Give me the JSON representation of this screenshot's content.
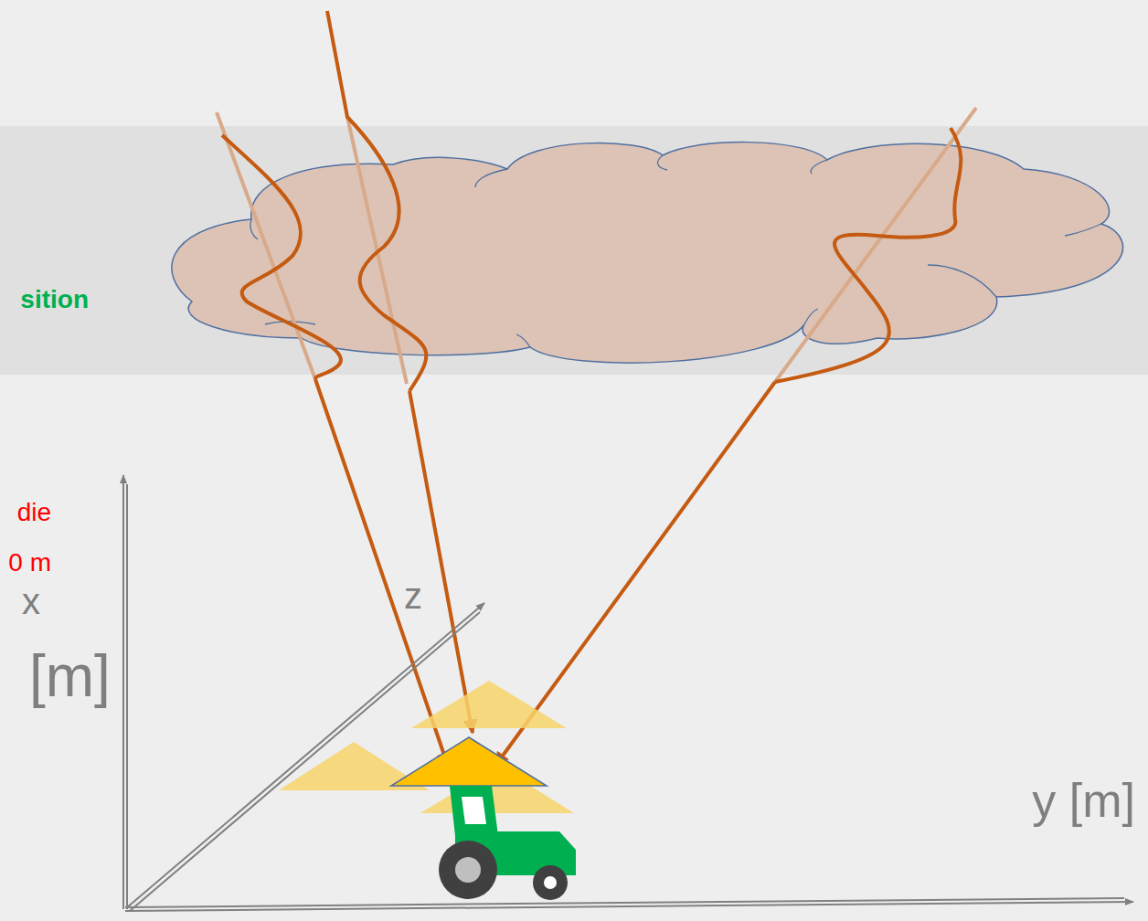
{
  "diagram": {
    "nodes": [
      {
        "text": [
          "sition"
        ]
      }
    ],
    "labels": [
      "die",
      "0 m",
      "x",
      "[m]",
      "y [m]",
      "z"
    ]
  }
}
